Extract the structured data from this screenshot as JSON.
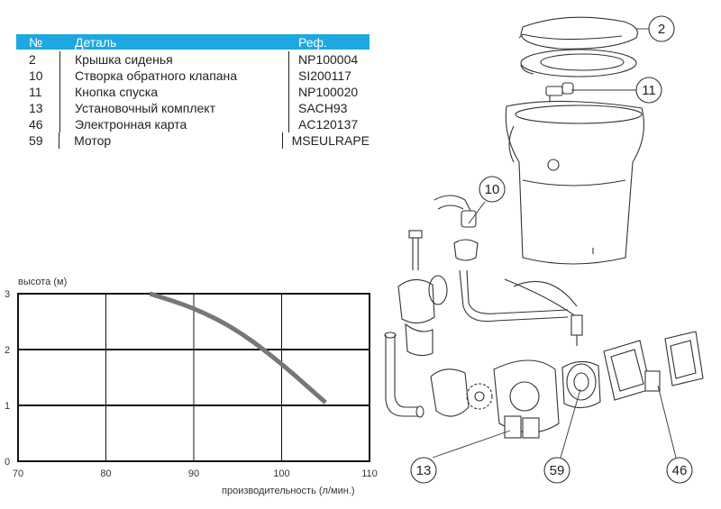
{
  "table": {
    "headers": {
      "num": "№",
      "name": "Деталь",
      "ref": "Реф."
    },
    "rows": [
      {
        "num": "2",
        "name": "Крышка сиденья",
        "ref": "NP100004"
      },
      {
        "num": "10",
        "name": "Створка обратного клапана",
        "ref": "SI200117"
      },
      {
        "num": "11",
        "name": "Кнопка спуска",
        "ref": "NP100020"
      },
      {
        "num": "13",
        "name": "Установочный комплект",
        "ref": "SACH93"
      },
      {
        "num": "46",
        "name": "Электронная карта",
        "ref": "AC120137"
      },
      {
        "num": "59",
        "name": "Мотор",
        "ref": "MSEULRAPE"
      }
    ]
  },
  "chart_data": {
    "type": "line",
    "title": "",
    "xlabel": "производительность (л/мин.)",
    "ylabel": "высота (м)",
    "xlim": [
      70,
      110
    ],
    "ylim": [
      0,
      3
    ],
    "x_ticks": [
      "70",
      "80",
      "90",
      "100",
      "110"
    ],
    "y_ticks": [
      "0",
      "1",
      "2",
      "3"
    ],
    "grid": true,
    "series": [
      {
        "x": [
          85,
          90,
          95,
          100,
          105
        ],
        "y": [
          3,
          2.75,
          2.35,
          1.75,
          1.05
        ]
      }
    ],
    "line_color": "#777777"
  },
  "diagram": {
    "callouts": [
      "2",
      "11",
      "10",
      "13",
      "59",
      "46"
    ]
  }
}
